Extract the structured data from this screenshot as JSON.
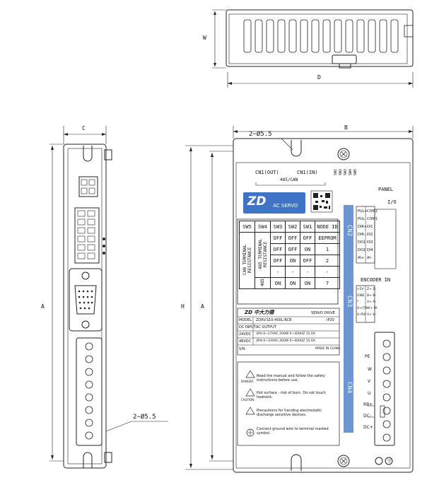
{
  "dimensions": {
    "width": "W",
    "depth": "D",
    "c": "C",
    "b": "B",
    "a_left": "A",
    "a_mid": "A",
    "h": "H"
  },
  "holes": {
    "top": "2−Ø5.5",
    "bottom": "2−Ø5.5"
  },
  "connectors": {
    "cn1_out": "CN1(OUT)",
    "cn1_in": "CN1(IN)",
    "bus": "485/CAN",
    "switches": [
      "SW1",
      "SW2",
      "SW3",
      "SW4",
      "SW5"
    ],
    "cn2": "CN2",
    "cn3": "CN3",
    "cn4": "CN4",
    "panel": "PANEL",
    "io": "I/O",
    "encoder_in": "ENCODER IN"
  },
  "logo": {
    "mark": "ZD",
    "subtitle": "AC SERVO"
  },
  "switch_table": {
    "headers": [
      "SW5",
      "SW4",
      "SW3",
      "SW2",
      "SW1",
      "NODE ID"
    ],
    "side_label": "CAN TERMINAL RESISTANCE",
    "sw4_label": "485 TERMINAL RESISTANCE",
    "rows": [
      [
        "OFF",
        "OFF",
        "OFF",
        "EEPROM"
      ],
      [
        "OFF",
        "OFF",
        "ON",
        "1"
      ],
      [
        "OFF",
        "ON",
        "OFF",
        "2"
      ],
      [
        "-",
        "-",
        "-",
        "-"
      ],
      [
        "ON",
        "ON",
        "ON",
        "7"
      ]
    ]
  },
  "nameplate": {
    "brand": "ZD 中大力德",
    "type": "SERVO DRIVE",
    "model_label": "MODEL",
    "model": "ZDRV.S10-400L-RCB",
    "ip": "IP20",
    "dc_input": "DC INPUT",
    "ac_output": "AC OUTPUT",
    "row1": [
      "24VDC",
      "3PH 0~17VAC 200W 0~400HZ 15.0A"
    ],
    "row2": [
      "48VDC",
      "3PH 0~33VAC 400W 0~400HZ 15.0A"
    ],
    "sn": "S/N",
    "made": "MADE IN CHINA"
  },
  "warnings": [
    {
      "tag": "",
      "text": "Read the manual and follow the safety instructions before use."
    },
    {
      "tag": "DANGER",
      "text": "Hot surface - risk of burn. Do not touch heatsink."
    },
    {
      "tag": "CAUTION",
      "text": "Precautions for handing electrostatic discharge sensitive devices."
    },
    {
      "tag": "",
      "text": "Connect ground wire to terminal marked symbol."
    }
  ],
  "io_pins": {
    "left": [
      "PUL+",
      "PUL-",
      "DIR+",
      "DIR-",
      "DO1",
      "DO2",
      "AI+"
    ],
    "right": [
      "COM2",
      "COM1",
      "DI1",
      "DI2",
      "DI3",
      "DI4",
      "AI-"
    ]
  },
  "enc_pins": {
    "left": [
      "+5V",
      "GND",
      "*",
      "U+/TX",
      "U-/RX"
    ],
    "right": [
      "Z+ Z-",
      "B+ B-",
      "A+ A-",
      "W+ W-",
      "V+ V-"
    ]
  },
  "power_pins": [
    "PE",
    "W",
    "V",
    "U",
    "RB+",
    "DC-",
    "DC+"
  ]
}
